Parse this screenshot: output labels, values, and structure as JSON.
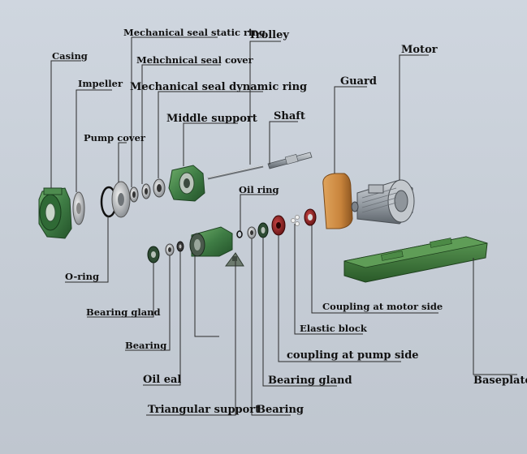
{
  "labels": {
    "casing": "Casing",
    "impeller": "Impeller",
    "pump_cover": "Pump cover",
    "mech_seal_static_ring": "Mechanical seal static ring",
    "mech_seal_cover": "Mehchnical seal cover",
    "mech_seal_dynamic_ring": "Mechanical seal dynamic ring",
    "middle_support": "Middle support",
    "trolley": "Trolley",
    "shaft": "Shaft",
    "guard": "Guard",
    "motor": "Motor",
    "oil_ring": "Oil ring",
    "o_ring": "O-ring",
    "bearing_gland_left": "Bearing gland",
    "bearing_left": "Bearing",
    "oil_seal": "Oil eal",
    "triangular_support": "Triangular support",
    "bearing_right": "Bearing",
    "bearing_gland_right": "Bearing gland",
    "coupling_pump_side": "coupling at pump side",
    "elastic_block": "Elastic block",
    "coupling_motor_side": "Coupling at motor side",
    "baseplate": "Baseplate"
  },
  "colors": {
    "background": "#c9d0d9",
    "pump_green": "#3f7d45",
    "guard_orange": "#c8843c",
    "motor_gray": "#9aa1a8",
    "coupling_red": "#8e1e1e",
    "baseplate_green": "#3d7a3a"
  }
}
